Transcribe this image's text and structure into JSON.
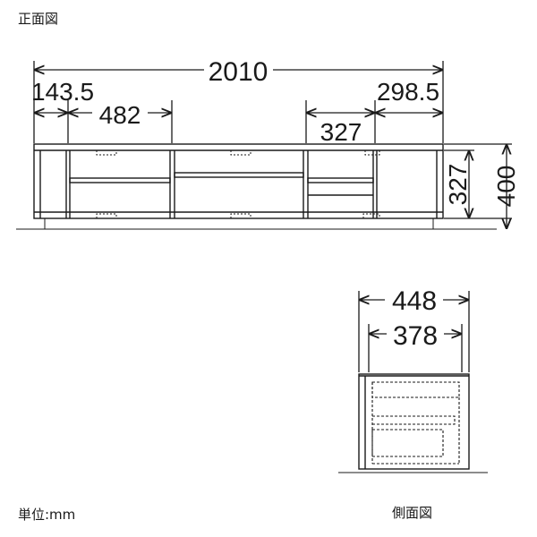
{
  "front_view": {
    "title": "正面図",
    "dimensions": {
      "total_width": "2010",
      "left_cabinet_offset": "143.5",
      "left_cabinet_width": "482",
      "right_cabinet_width": "327",
      "right_cabinet_offset": "298.5",
      "inner_height": "327",
      "total_height": "400"
    }
  },
  "side_view": {
    "title": "側面図",
    "dimensions": {
      "total_depth": "448",
      "inner_depth": "378"
    }
  },
  "units_label": "単位:mm"
}
